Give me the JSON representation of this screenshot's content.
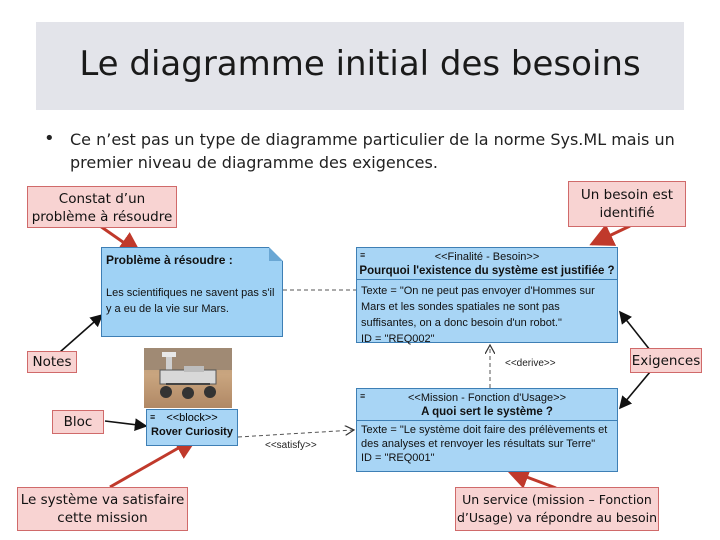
{
  "slide": {
    "title": "Le diagramme initial des besoins",
    "bullet_symbol": "•",
    "bullet_text": "Ce n’est pas un type de diagramme particulier de la norme Sys.ML mais un premier niveau de diagramme des exigences."
  },
  "callouts": {
    "constat": "Constat d’un problème à résoudre",
    "besoin": "Un besoin est identifié",
    "notes": "Notes",
    "exigences": "Exigences",
    "bloc": "Bloc",
    "systeme": "Le système va satisfaire cette mission",
    "service": "Un service (mission – Fonction d’Usage) va répondre au besoin"
  },
  "note": {
    "title": "Problème à résoudre :",
    "body": "Les scientifiques ne savent pas s'il y a eu de la vie sur Mars."
  },
  "req_besoin": {
    "stereotype": "<<Finalité - Besoin>>",
    "name": "Pourquoi l'existence du système est justifiée ?",
    "text": "Texte = \"On ne peut pas envoyer d'Hommes sur Mars et les sondes spatiales ne sont pas suffisantes, on a donc besoin d'un robot.\"",
    "id": "ID = \"REQ002\""
  },
  "req_mission": {
    "stereotype": "<<Mission - Fonction d'Usage>>",
    "name": "A quoi sert le système ?",
    "text": "Texte = \"Le système doit faire des prélèvements et des analyses et renvoyer les résultats sur Terre\"",
    "id": "ID = \"REQ001\""
  },
  "block": {
    "stereotype": "<<block>>",
    "name": "Rover Curiosity"
  },
  "relations": {
    "derive": "<<derive>>",
    "satisfy": "<<satisfy>>"
  },
  "colors": {
    "callout_fill": "#f8d3d2",
    "callout_border": "#d06a6a",
    "sysml_fill": "#a8d5f5",
    "sysml_border": "#3e7fb5",
    "arrow_red": "#c0392b"
  }
}
